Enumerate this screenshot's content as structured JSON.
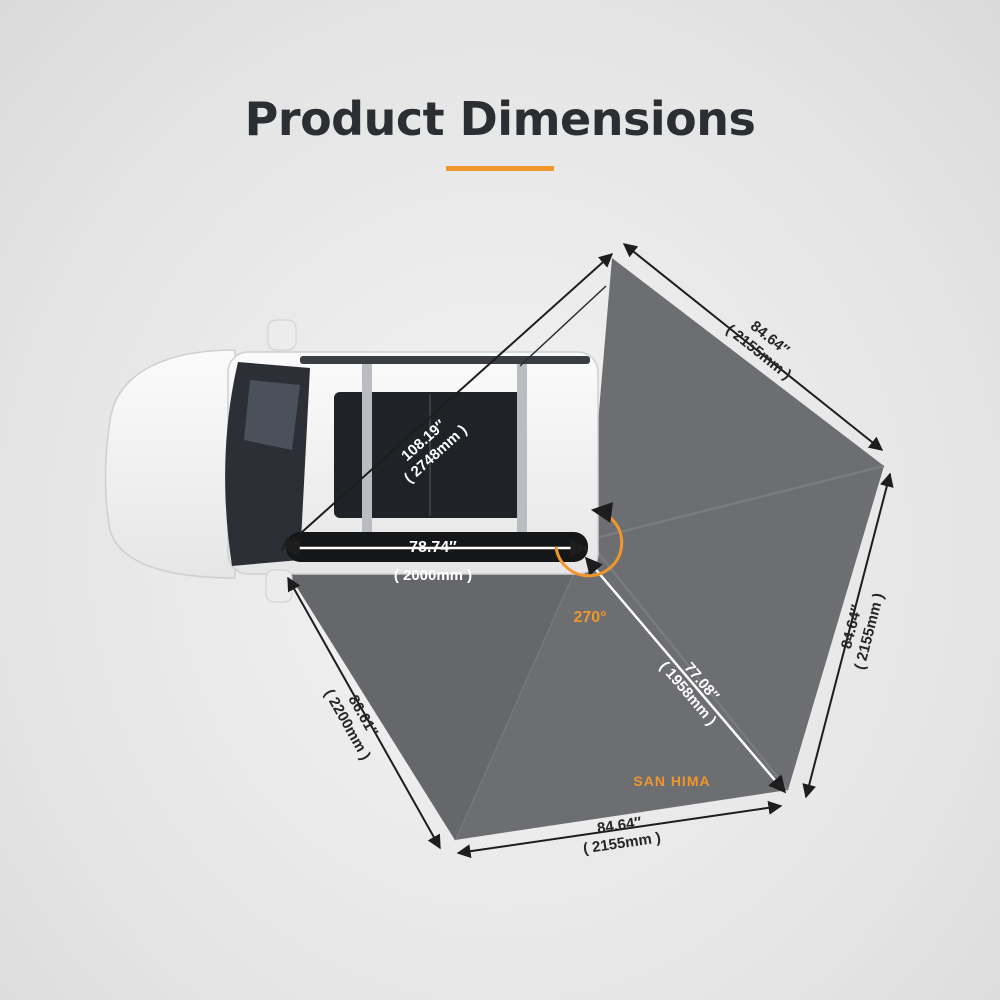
{
  "title": "Product Dimensions",
  "colors": {
    "accent": "#f0962c",
    "awning": "#6d6e72",
    "text": "#262626"
  },
  "brand": "SAN HIMA",
  "angle": "270°",
  "dimensions": {
    "top_edge": {
      "inches": "84.64″",
      "mm": "( 2155mm )"
    },
    "right_edge": {
      "inches": "84.64″",
      "mm": "( 2155mm )"
    },
    "bottom_edge": {
      "inches": "84.64″",
      "mm": "( 2155mm )"
    },
    "left_edge": {
      "inches": "86.61″",
      "mm": "( 2200mm )"
    },
    "diagonal": {
      "inches": "108.19″",
      "mm": "( 2748mm )"
    },
    "length": {
      "inches": "78.74″",
      "mm": "( 2000mm )"
    },
    "radius": {
      "inches": "77.08″",
      "mm": "( 1958mm )"
    }
  }
}
